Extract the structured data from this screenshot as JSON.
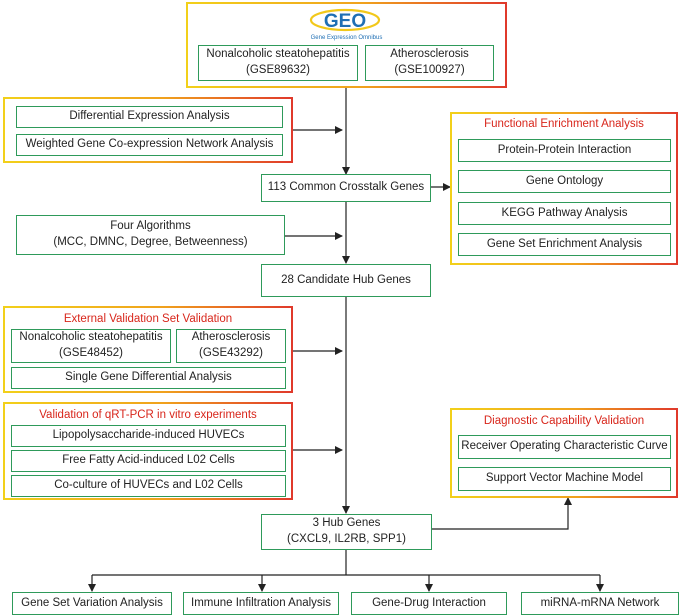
{
  "geo": {
    "logo_text": "GEO",
    "logo_subtitle": "Gene Expression Omnibus",
    "dataset1": [
      "Nonalcoholic steatohepatitis",
      "(GSE89632)"
    ],
    "dataset2": [
      "Atherosclerosis",
      "(GSE100927)"
    ]
  },
  "analysis": {
    "dea": "Differential Expression Analysis",
    "wgcna": "Weighted Gene Co-expression Network Analysis"
  },
  "common_genes": "113 Common Crosstalk Genes",
  "functional": {
    "title": "Functional Enrichment Analysis",
    "items": [
      "Protein-Protein Interaction",
      "Gene Ontology",
      "KEGG Pathway Analysis",
      "Gene Set Enrichment Analysis"
    ]
  },
  "algorithms": [
    "Four Algorithms",
    "(MCC, DMNC, Degree, Betweenness)"
  ],
  "candidate": "28 Candidate Hub Genes",
  "external": {
    "title": "External Validation Set Validation",
    "d1": [
      "Nonalcoholic steatohepatitis",
      "(GSE48452)"
    ],
    "d2": [
      "Atherosclerosis",
      "(GSE43292)"
    ],
    "single": "Single Gene Differential Analysis"
  },
  "qrt": {
    "title": "Validation of qRT-PCR in vitro experiments",
    "items": [
      "Lipopolysaccharide-induced HUVECs",
      "Free Fatty Acid-induced L02 Cells",
      "Co-culture of HUVECs and L02 Cells"
    ]
  },
  "diagnostic": {
    "title": "Diagnostic Capability Validation",
    "items": [
      "Receiver Operating Characteristic Curve",
      "Support Vector Machine Model"
    ]
  },
  "hub": [
    "3 Hub Genes",
    "(CXCL9, IL2RB, SPP1)"
  ],
  "bottom": [
    "Gene Set Variation Analysis",
    "Immune Infiltration Analysis",
    "Gene-Drug Interaction",
    "miRNA-mRNA Network"
  ],
  "colors": {
    "box_border": "#2e9a5a",
    "title_red": "#d8261b",
    "logo_blue": "#1f6fb4",
    "logo_yellow": "#f2c81a"
  }
}
